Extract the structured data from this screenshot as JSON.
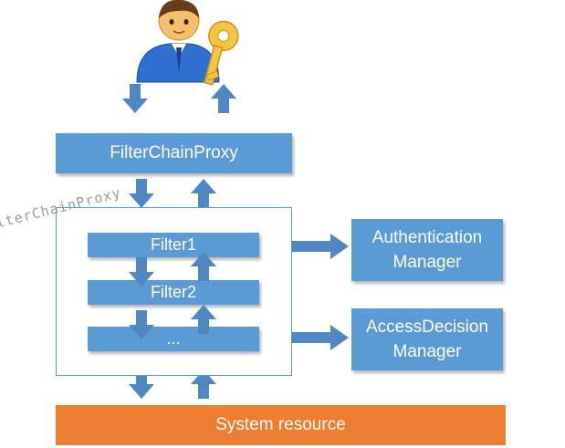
{
  "proxy": {
    "label": "FilterChainProxy"
  },
  "filters": [
    {
      "label": "Filter1"
    },
    {
      "label": "Filter2"
    },
    {
      "label": "..."
    }
  ],
  "managers": {
    "authentication": {
      "line1": "Authentication",
      "line2": "Manager"
    },
    "access_decision": {
      "line1": "AccessDecision",
      "line2": "Manager"
    }
  },
  "system": {
    "label": "System resource"
  },
  "watermark": {
    "text": "lterChainProxy"
  },
  "icons": {
    "user": "user-with-key-icon"
  },
  "colors": {
    "box_blue": "#5b9bd5",
    "arrow_blue": "#4f87c3",
    "system_orange": "#ed7d31",
    "text_white": "#ffffff"
  }
}
